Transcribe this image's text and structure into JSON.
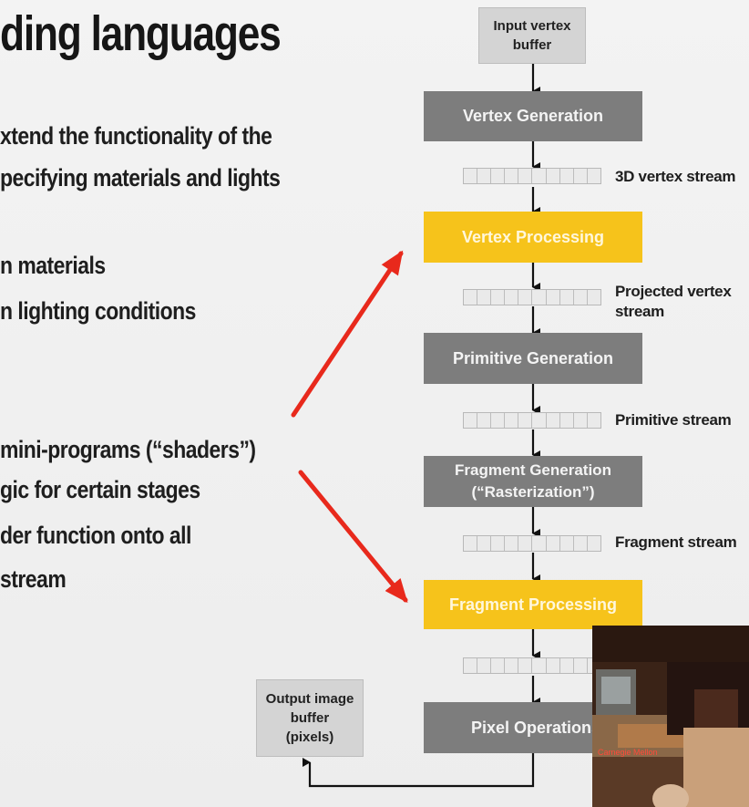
{
  "slide": {
    "title": "ding languages",
    "bullets": [
      "xtend the functionality of the",
      "pecifying materials and lights",
      "n materials",
      "n lighting conditions",
      "mini-programs (“shaders”)",
      "gic for certain stages",
      "der function onto all",
      "stream"
    ]
  },
  "pipeline": {
    "input_buffer": [
      "Input vertex",
      "buffer"
    ],
    "stages": {
      "vertex_generation": [
        "Vertex Generation"
      ],
      "vertex_processing": [
        "Vertex Processing"
      ],
      "primitive_generation": [
        "Primitive Generation"
      ],
      "fragment_generation": [
        "Fragment Generation",
        "(“Rasterization”)"
      ],
      "fragment_processing": [
        "Fragment Processing"
      ],
      "pixel_operations": [
        "Pixel Operations"
      ]
    },
    "streams": {
      "s1": [
        "3D vertex stream"
      ],
      "s2": [
        "Projected vertex",
        "stream"
      ],
      "s3": [
        "Primitive stream"
      ],
      "s4": [
        "Fragment stream"
      ]
    },
    "output_buffer": [
      "Output image",
      "buffer",
      "(pixels)"
    ],
    "colors": {
      "fixed_stage": "#7d7d7d",
      "programmable_stage": "#f6c31b",
      "arrow_highlight": "#e8291c"
    }
  },
  "video": {
    "overlay_label": "Carnegie Mellon"
  }
}
